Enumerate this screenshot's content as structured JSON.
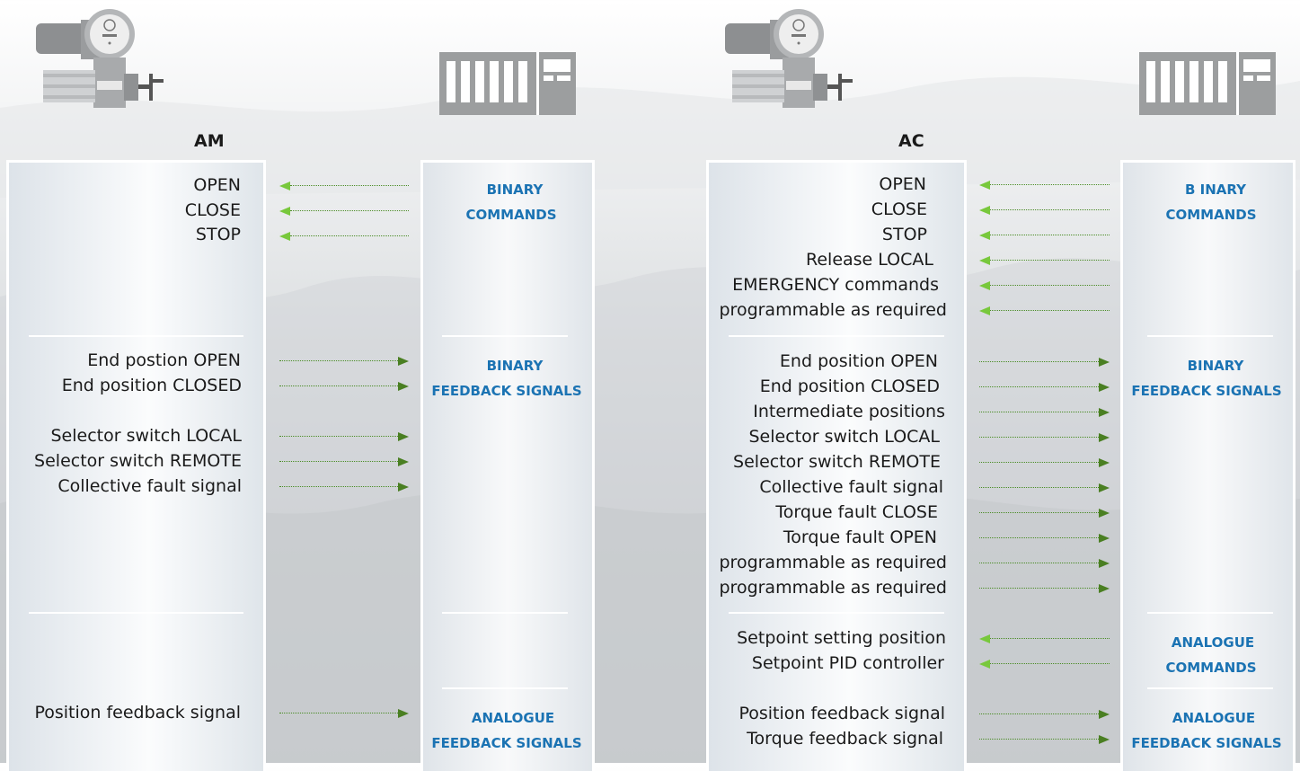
{
  "am": {
    "title": "AM",
    "commands": [
      "OPEN",
      "CLOSE",
      "STOP"
    ],
    "feedback_group1": [
      "End postion OPEN",
      "End position CLOSED"
    ],
    "feedback_group2": [
      "Selector switch LOCAL",
      "Selector switch REMOTE",
      "Collective fault signal"
    ],
    "analogue_feedback": [
      "Position feedback signal"
    ],
    "labels": {
      "binary_commands": [
        "BINARY",
        "COMMANDS"
      ],
      "binary_feedback": [
        "BINARY",
        "FEEDBACK SIGNALS"
      ],
      "analogue_feedback": [
        "ANALOGUE",
        "FEEDBACK SIGNALS"
      ]
    }
  },
  "ac": {
    "title": "AC",
    "commands": [
      "OPEN",
      "CLOSE",
      "STOP",
      "Release LOCAL",
      "EMERGENCY commands",
      "programmable as required"
    ],
    "feedback": [
      "End position OPEN",
      "End position CLOSED",
      "Intermediate positions",
      "Selector switch LOCAL",
      "Selector switch REMOTE",
      "Collective fault signal",
      "Torque fault CLOSE",
      "Torque fault OPEN",
      "programmable as required",
      "programmable as required"
    ],
    "analogue_commands": [
      "Setpoint setting position",
      "Setpoint PID controller"
    ],
    "analogue_feedback": [
      "Position feedback signal",
      "Torque feedback signal"
    ],
    "labels": {
      "binary_commands": [
        "B INARY",
        "COMMANDS"
      ],
      "binary_feedback": [
        "BINARY",
        "FEEDBACK SIGNALS"
      ],
      "analogue_commands": [
        "ANALOGUE",
        "COMMANDS"
      ],
      "analogue_feedback": [
        "ANALOGUE",
        "FEEDBACK SIGNALS"
      ]
    }
  },
  "colors": {
    "label_blue": "#1b73b3",
    "arrow_to_actuator": "#78c83c",
    "arrow_to_controller": "#4a7f22",
    "panel_border": "#ffffff"
  }
}
